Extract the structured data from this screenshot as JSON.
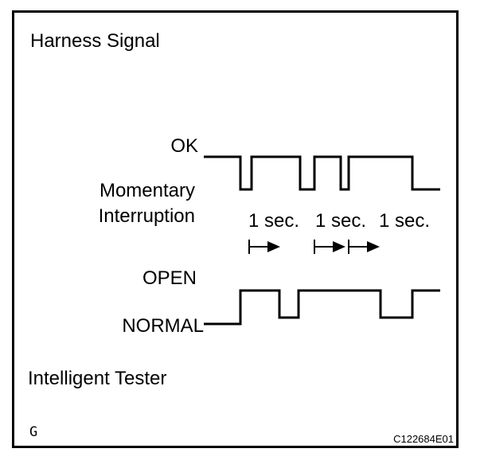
{
  "title": "Harness Signal",
  "labels": {
    "ok": "OK",
    "momentary": "Momentary",
    "interruption": "Interruption",
    "open": "OPEN",
    "normal": "NORMAL"
  },
  "durations": [
    "1 sec.",
    "1 sec.",
    "1 sec."
  ],
  "tester_label": "Intelligent Tester",
  "corner_letter": "G",
  "figure_code": "C122684E01"
}
